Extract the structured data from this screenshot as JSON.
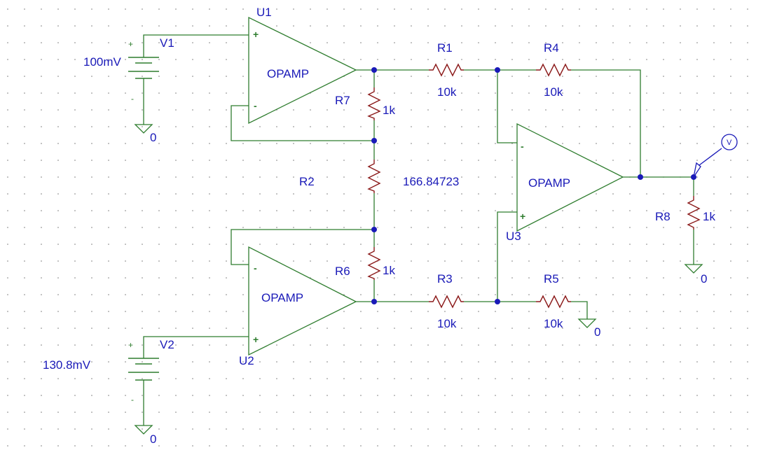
{
  "sources": {
    "v1": {
      "name": "V1",
      "value": "100mV",
      "plus": "+",
      "minus": "-"
    },
    "v2": {
      "name": "V2",
      "value": "130.8mV",
      "plus": "+",
      "minus": "-"
    }
  },
  "opamps": {
    "u1": {
      "name": "U1",
      "model": "OPAMP",
      "in_plus": "+",
      "in_minus": "-"
    },
    "u2": {
      "name": "U2",
      "model": "OPAMP",
      "in_plus": "+",
      "in_minus": "-"
    },
    "u3": {
      "name": "U3",
      "model": "OPAMP",
      "in_plus": "+",
      "in_minus": "-"
    }
  },
  "resistors": {
    "r1": {
      "name": "R1",
      "value": "10k"
    },
    "r2": {
      "name": "R2",
      "value": "166.84723"
    },
    "r3": {
      "name": "R3",
      "value": "10k"
    },
    "r4": {
      "name": "R4",
      "value": "10k"
    },
    "r5": {
      "name": "R5",
      "value": "10k"
    },
    "r6": {
      "name": "R6",
      "value": "1k"
    },
    "r7": {
      "name": "R7",
      "value": "1k"
    },
    "r8": {
      "name": "R8",
      "value": "1k"
    }
  },
  "grounds": {
    "label": "0"
  },
  "probe": {
    "label": "V"
  }
}
